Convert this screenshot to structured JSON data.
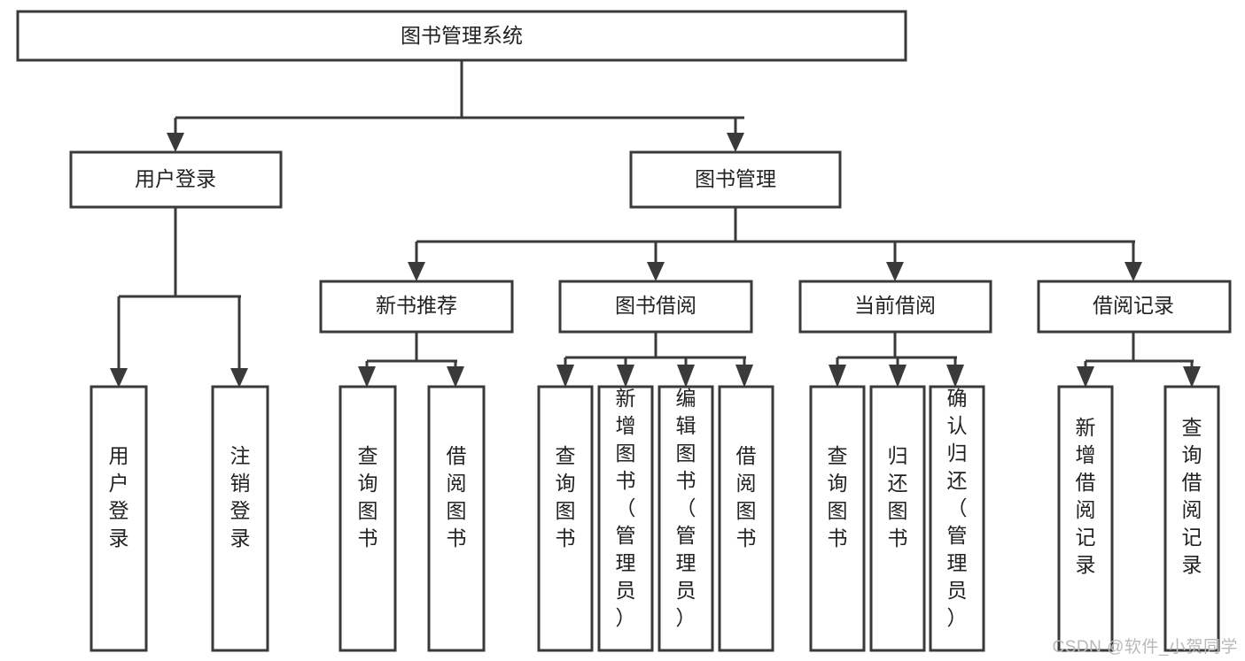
{
  "diagram": {
    "type": "tree-hierarchy",
    "root": {
      "id": "root",
      "label": "图书管理系统"
    },
    "level1": [
      {
        "id": "user-login",
        "label": "用户登录"
      },
      {
        "id": "book-management",
        "label": "图书管理"
      }
    ],
    "level2": [
      {
        "id": "new-book-recommend",
        "label": "新书推荐",
        "parent": "book-management"
      },
      {
        "id": "book-borrow",
        "label": "图书借阅",
        "parent": "book-management"
      },
      {
        "id": "current-borrow",
        "label": "当前借阅",
        "parent": "book-management"
      },
      {
        "id": "borrow-record",
        "label": "借阅记录",
        "parent": "book-management"
      }
    ],
    "leaves": {
      "user-login": [
        {
          "id": "leaf-user-login",
          "label": "用户登录"
        },
        {
          "id": "leaf-user-logout",
          "label": "注销登录"
        }
      ],
      "new-book-recommend": [
        {
          "id": "leaf-query-book-1",
          "label": "查询图书"
        },
        {
          "id": "leaf-borrow-book-1",
          "label": "借阅图书"
        }
      ],
      "book-borrow": [
        {
          "id": "leaf-query-book-2",
          "label": "查询图书"
        },
        {
          "id": "leaf-add-book",
          "label": "新增图书（管理员）"
        },
        {
          "id": "leaf-edit-book",
          "label": "编辑图书（管理员）"
        },
        {
          "id": "leaf-borrow-book-2",
          "label": "借阅图书"
        }
      ],
      "current-borrow": [
        {
          "id": "leaf-query-book-3",
          "label": "查询图书"
        },
        {
          "id": "leaf-return-book",
          "label": "归还图书"
        },
        {
          "id": "leaf-confirm-return",
          "label": "确认归还（管理员）"
        }
      ],
      "borrow-record": [
        {
          "id": "leaf-add-record",
          "label": "新增借阅记录"
        },
        {
          "id": "leaf-query-record",
          "label": "查询借阅记录"
        }
      ]
    }
  },
  "watermark": {
    "text": "CSDN @软件_小贺同学"
  },
  "colors": {
    "stroke": "#3a3a3a",
    "fill": "#ffffff",
    "text": "#222222",
    "watermark": "#b9b9b9"
  }
}
